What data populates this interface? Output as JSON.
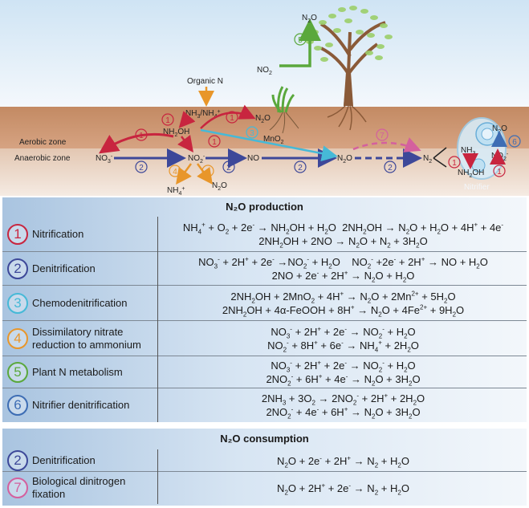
{
  "colors": {
    "nitrification": "#c8253f",
    "denitrification": "#3d4899",
    "chemodenitrification": "#46b9d7",
    "dnra": "#e8962a",
    "plant": "#5aa83c",
    "nitrifier_denitrification": "#3d6db4",
    "fixation": "#d4609e",
    "sky_top": "#cfe4f4",
    "soil": "#c48a63"
  },
  "scene": {
    "labels": {
      "aerobic_zone": "Aerobic zone",
      "anaerobic_zone": "Anaerobic zone",
      "organic_n": "Organic N",
      "nitrifier": "Nitrifier"
    },
    "nums": {
      "n1": "1",
      "n2": "2",
      "n3": "3",
      "n4": "4",
      "n5": "5",
      "n6": "6",
      "n7": "7"
    }
  },
  "production": {
    "title": "N₂O production",
    "rows": [
      {
        "num": "1",
        "name": "Nitrification"
      },
      {
        "num": "2",
        "name": "Denitrification"
      },
      {
        "num": "3",
        "name": "Chemodenitrification"
      },
      {
        "num": "4",
        "name": "Dissimilatory nitrate reduction to ammonium"
      },
      {
        "num": "5",
        "name": "Plant N metabolism"
      },
      {
        "num": "6",
        "name": "Nitrifier denitrification"
      }
    ]
  },
  "consumption": {
    "title": "N₂O  consumption",
    "rows": [
      {
        "num": "2",
        "name": "Denitrification"
      },
      {
        "num": "7",
        "name": "Biological dinitrogen fixation"
      }
    ]
  }
}
